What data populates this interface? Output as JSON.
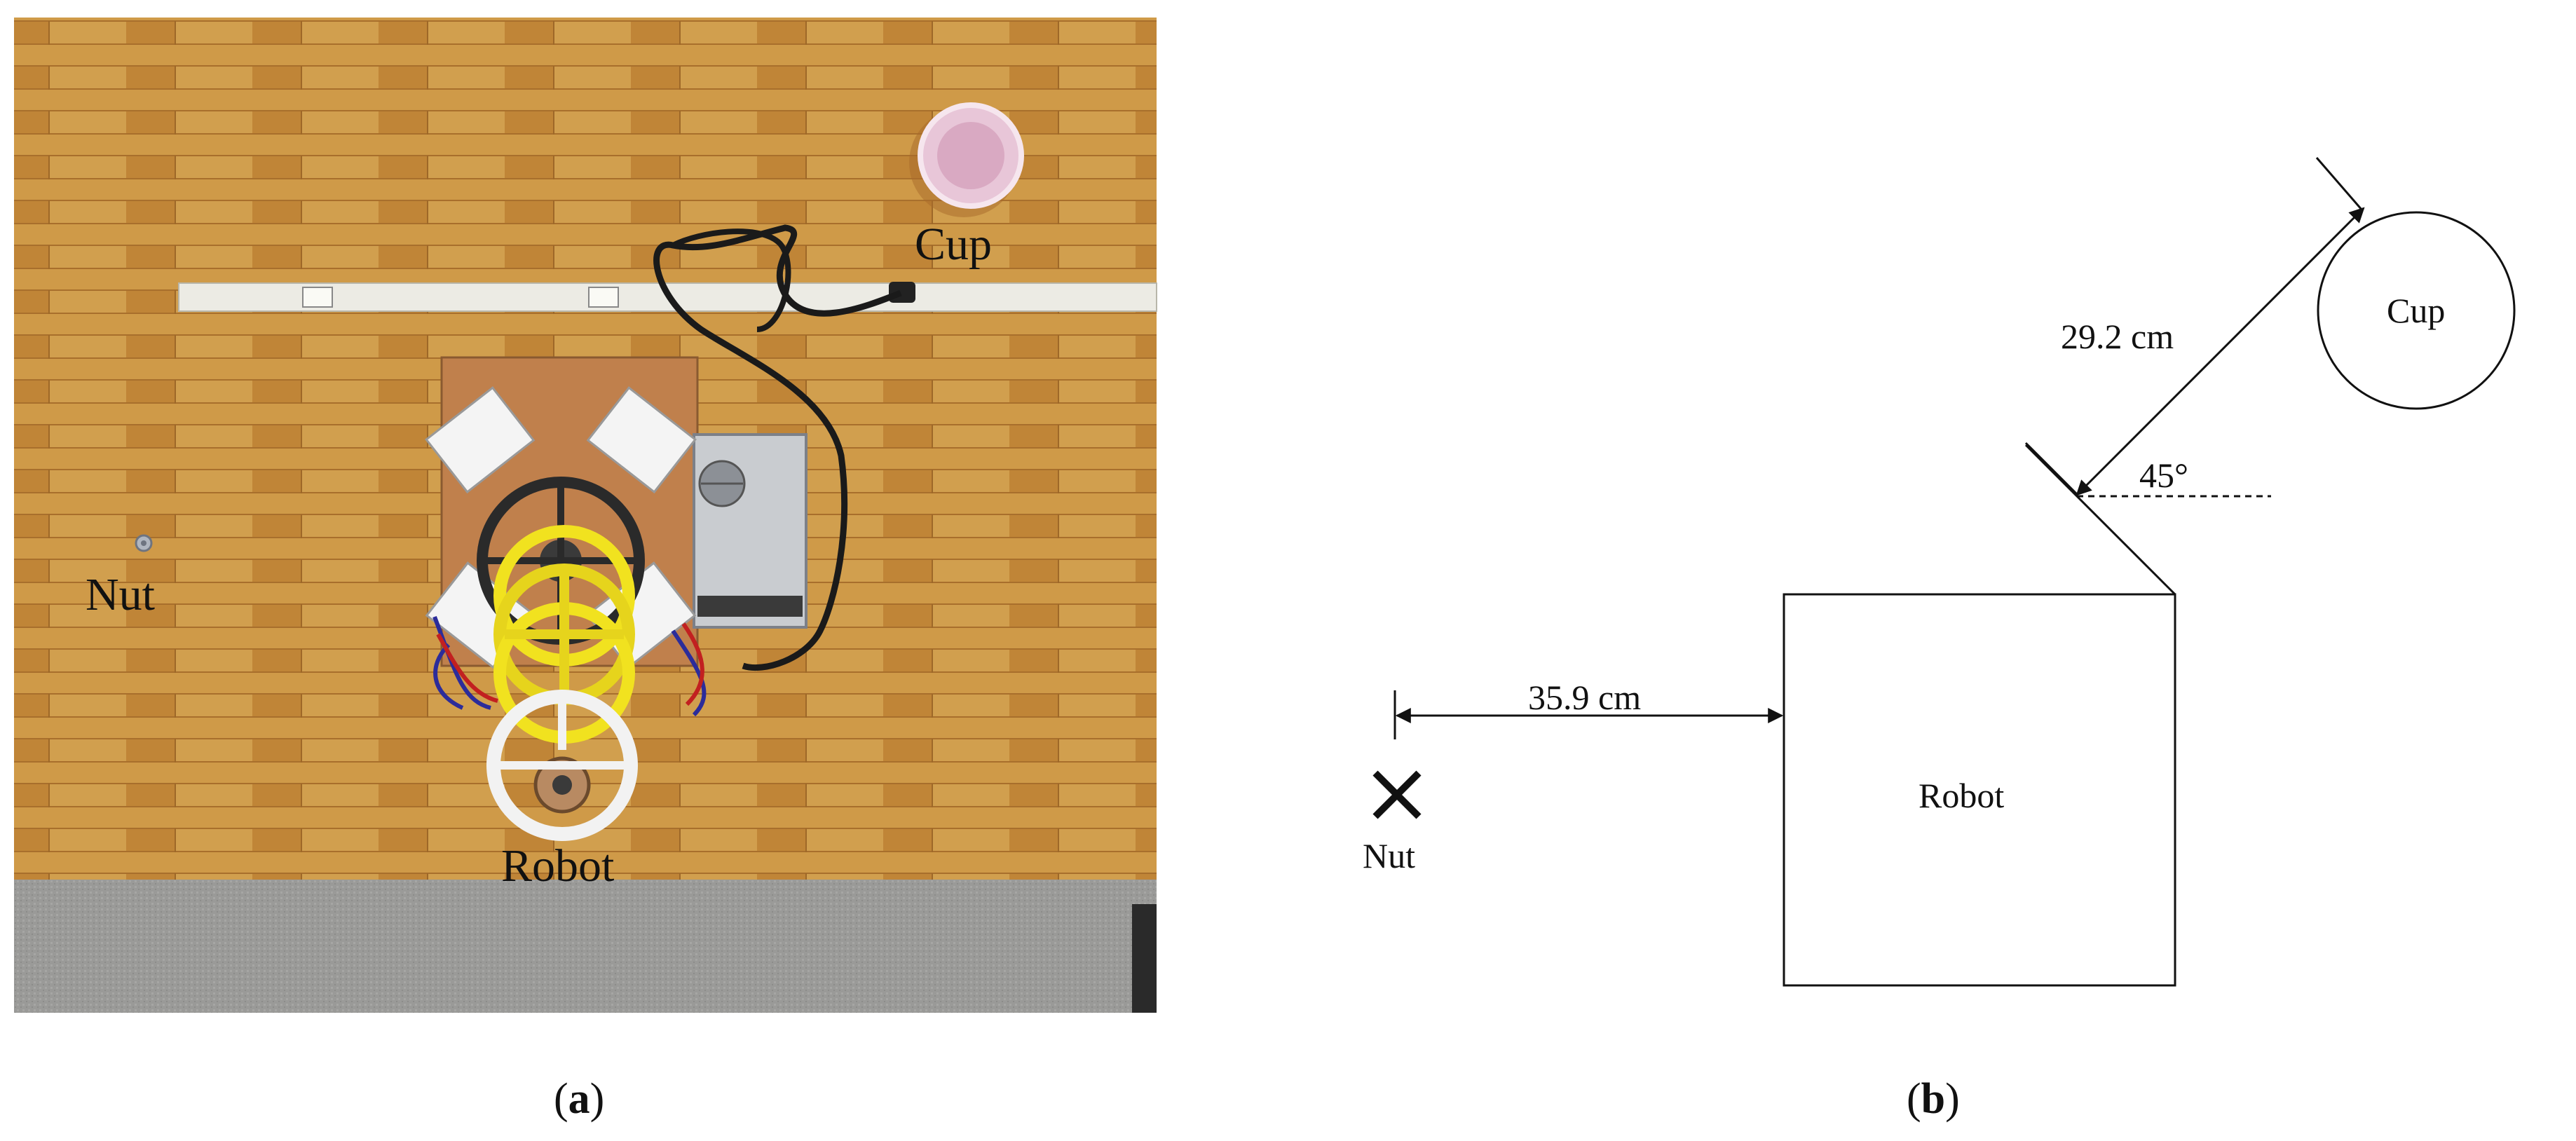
{
  "photo": {
    "labels": {
      "cup": "Cup",
      "nut": "Nut",
      "robot": "Robot"
    },
    "colors": {
      "table_wood": "#c8913f",
      "floor": "#9a9a98",
      "shelf_strip": "#ecebe4",
      "cup": "#e8c6d8",
      "wheel_yellow": "#f1e21f",
      "frame_white": "#f2f2f2"
    }
  },
  "diagram": {
    "labels": {
      "cup": "Cup",
      "robot": "Robot",
      "nut": "Nut",
      "cup_distance": "29.2 cm",
      "nut_distance": "35.9 cm",
      "angle": "45°"
    },
    "line_color": "#111111"
  },
  "subfigures": {
    "a": {
      "open": "(",
      "letter": "a",
      "close": ")"
    },
    "b": {
      "open": "(",
      "letter": "b",
      "close": ")"
    }
  }
}
